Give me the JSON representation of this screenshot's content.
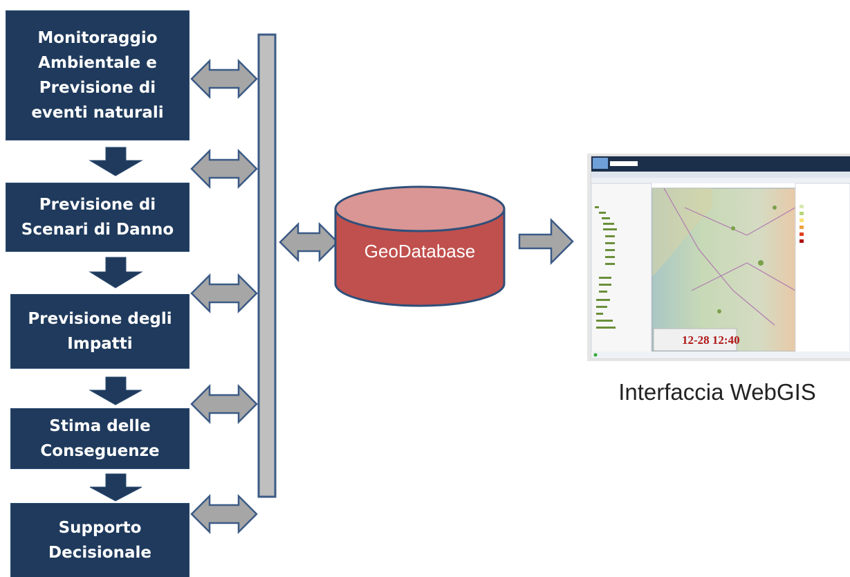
{
  "steps": [
    {
      "label": "Monitoraggio\nAmbientale e\nPrevisione di\neventi naturali"
    },
    {
      "label": "Previsione di\nScenari di Danno"
    },
    {
      "label": "Previsione degli\nImpatti"
    },
    {
      "label": "Stima delle\nConseguenze"
    },
    {
      "label": "Supporto\nDecisionale"
    }
  ],
  "database": {
    "label": "GeoDatabase"
  },
  "webgis": {
    "caption": "Interfaccia WebGIS",
    "timestamp": "12-28 12:40"
  },
  "colors": {
    "box": "#1f3a5c",
    "arrow_down": "#1f3a5c",
    "double_arrow": "#a6a6a6",
    "bus": "#bfbfbf",
    "db_fill": "#c0504d",
    "db_top": "#d99694"
  }
}
